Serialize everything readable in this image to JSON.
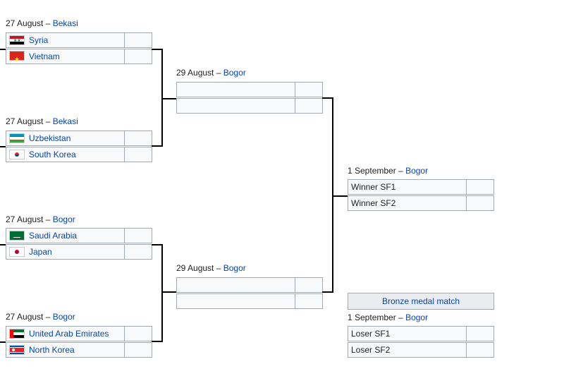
{
  "quarterfinals": [
    {
      "date": "27 August",
      "venue": "Bekasi",
      "teams": [
        {
          "name": "Syria",
          "flag": "syria-flag"
        },
        {
          "name": "Vietnam",
          "flag": "vietnam-flag"
        }
      ]
    },
    {
      "date": "27 August",
      "venue": "Bekasi",
      "teams": [
        {
          "name": "Uzbekistan",
          "flag": "uzbekistan-flag"
        },
        {
          "name": "South Korea",
          "flag": "south-korea-flag"
        }
      ]
    },
    {
      "date": "27 August",
      "venue": "Bogor",
      "teams": [
        {
          "name": "Saudi Arabia",
          "flag": "saudi-arabia-flag"
        },
        {
          "name": "Japan",
          "flag": "japan-flag"
        }
      ]
    },
    {
      "date": "27 August",
      "venue": "Bogor",
      "teams": [
        {
          "name": "United Arab Emirates",
          "flag": "uae-flag"
        },
        {
          "name": "North Korea",
          "flag": "north-korea-flag"
        }
      ]
    }
  ],
  "semifinals": [
    {
      "date": "29 August",
      "venue": "Bogor",
      "teams": [
        {
          "name": ""
        },
        {
          "name": ""
        }
      ]
    },
    {
      "date": "29 August",
      "venue": "Bogor",
      "teams": [
        {
          "name": ""
        },
        {
          "name": ""
        }
      ]
    }
  ],
  "final": {
    "date": "1 September",
    "venue": "Bogor",
    "teams": [
      {
        "name": "Winner SF1"
      },
      {
        "name": "Winner SF2"
      }
    ]
  },
  "bronze": {
    "title": "Bronze medal match",
    "date": "1 September",
    "venue": "Bogor",
    "teams": [
      {
        "name": "Loser SF1"
      },
      {
        "name": "Loser SF2"
      }
    ]
  },
  "separator": " – ",
  "colors": {
    "link": "#0645ad",
    "border": "#a2a9b1",
    "cell": "#f8f9fa",
    "header_bg": "#eaecf0"
  }
}
